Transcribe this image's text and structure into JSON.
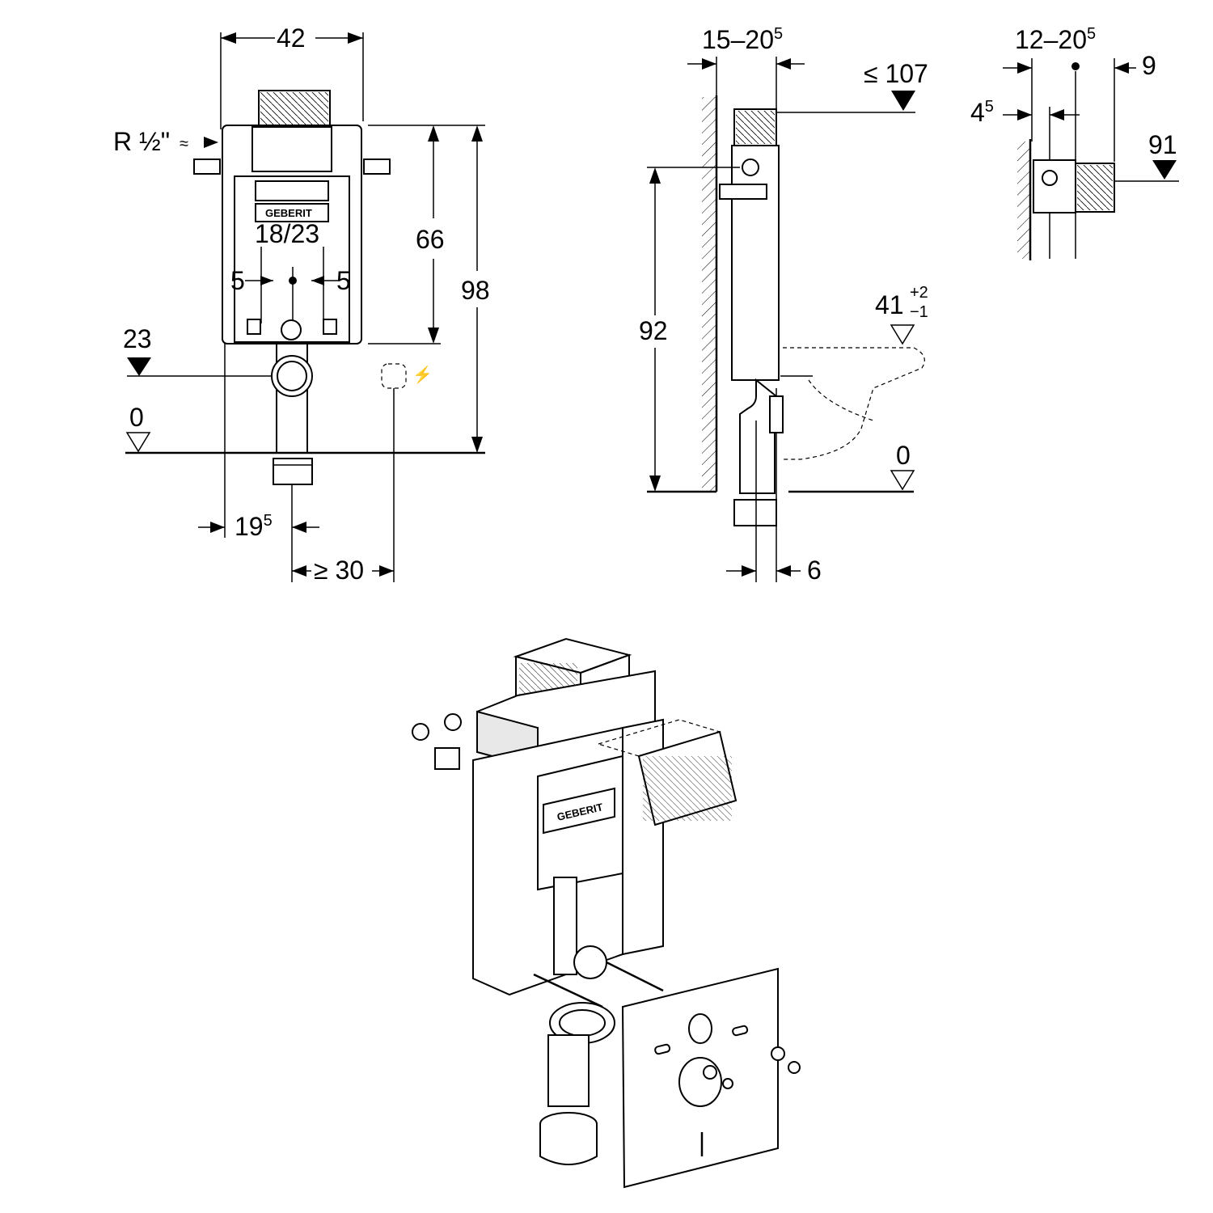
{
  "front_view": {
    "width": "42",
    "water_connection": "R ½\"",
    "water_symbol": "≈",
    "brand": "GEBERIT",
    "flush_pipe": "18/23",
    "offset_left": "5",
    "offset_right": "5",
    "height_upper": "66",
    "height_total": "98",
    "level_23": "23",
    "level_0": "0",
    "side_offset": {
      "main": "19",
      "sup": "5"
    },
    "min_distance": "≥ 30"
  },
  "side_view": {
    "depth": {
      "main": "15–20",
      "sup": "5"
    },
    "max_height": "≤ 107",
    "height": "92",
    "bowl_height": {
      "main": "41",
      "sup": "+2",
      "sub": "−1"
    },
    "level_0": "0",
    "pipe_offset": "6"
  },
  "detail_view": {
    "depth": {
      "main": "12–20",
      "sup": "5"
    },
    "right_offset": "9",
    "left_offset": {
      "main": "4",
      "sup": "5"
    },
    "height": "91"
  },
  "iso_view": {
    "brand": "GEBERIT"
  }
}
